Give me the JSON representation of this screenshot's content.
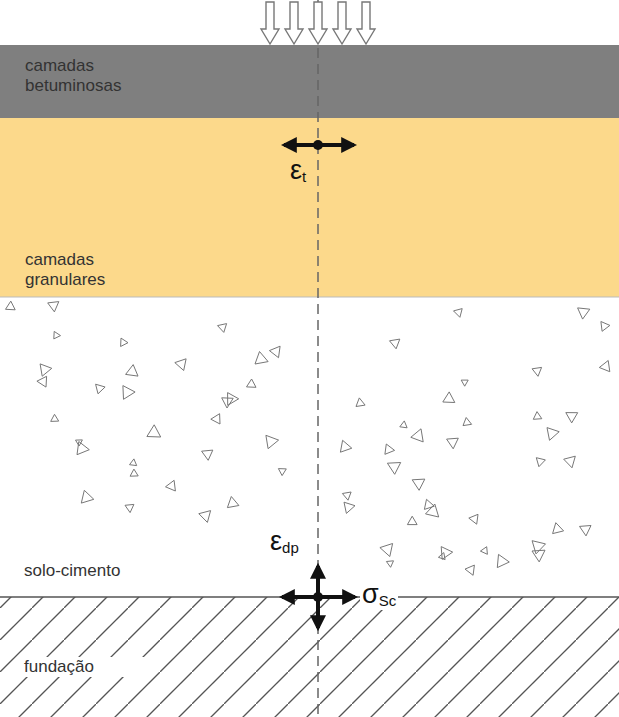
{
  "diagram": {
    "nodes": [
      {
        "text": [
          "camadas betuminosas"
        ]
      },
      {
        "text": [
          "camadas granulares"
        ]
      },
      {
        "text": [
          "solo-cimento"
        ]
      },
      {
        "text": [
          "fundação"
        ]
      }
    ],
    "labels": [
      "εt",
      "εdp",
      "σSc"
    ]
  }
}
